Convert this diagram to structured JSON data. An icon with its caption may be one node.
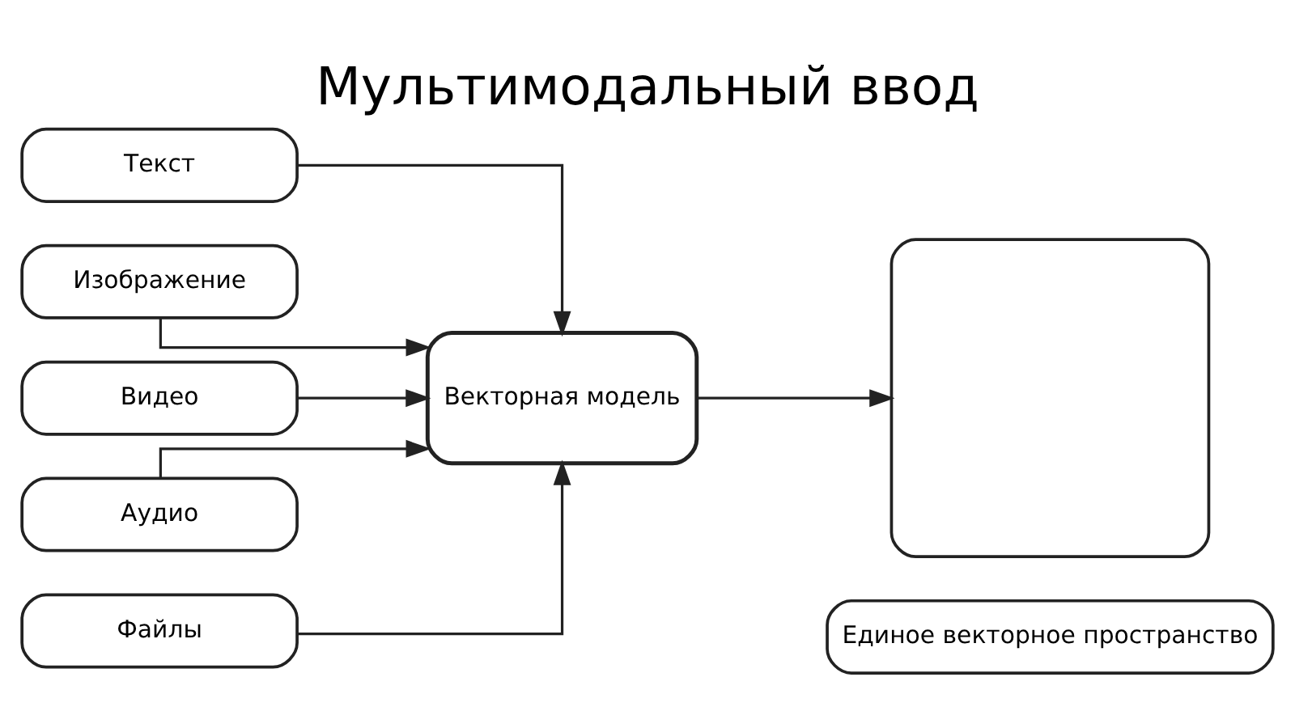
{
  "diagram": {
    "title": "Мультимодальный ввод",
    "nodes": [
      {
        "text": [
          "Текст"
        ]
      },
      {
        "text": [
          "Изображение"
        ]
      },
      {
        "text": [
          "Видео"
        ]
      },
      {
        "text": [
          "Аудио"
        ]
      },
      {
        "text": [
          "Файлы"
        ]
      },
      {
        "text": [
          "Векторная модель"
        ]
      },
      {
        "text": [],
        "shape": "box"
      },
      {
        "text": [
          "Единое векторное пространство"
        ]
      }
    ],
    "edges": [
      {
        "from": 0,
        "to": 5,
        "arrow": "to"
      },
      {
        "from": 1,
        "to": 5,
        "arrow": "to"
      },
      {
        "from": 2,
        "to": 5,
        "arrow": "to"
      },
      {
        "from": 3,
        "to": 5,
        "arrow": "to"
      },
      {
        "from": 4,
        "to": 5,
        "arrow": "to"
      },
      {
        "from": 5,
        "to": 6,
        "arrow": "to"
      }
    ]
  }
}
